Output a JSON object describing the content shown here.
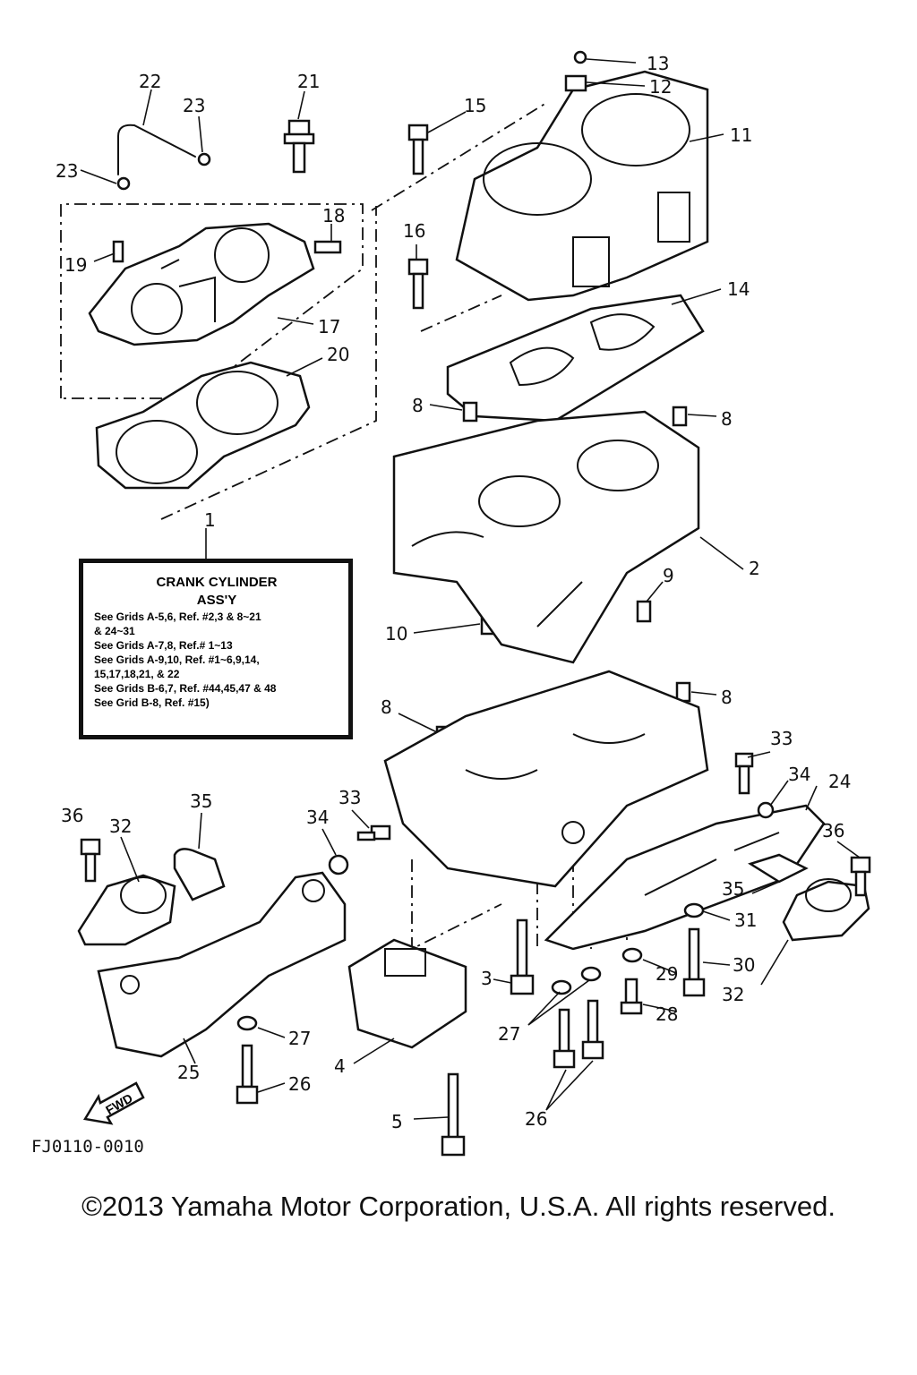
{
  "callouts": {
    "c1": "1",
    "c2": "2",
    "c3": "3",
    "c4": "4",
    "c5": "5",
    "c8": "8",
    "c9": "9",
    "c10": "10",
    "c11": "11",
    "c12": "12",
    "c13": "13",
    "c14": "14",
    "c15": "15",
    "c16": "16",
    "c17": "17",
    "c18": "18",
    "c19": "19",
    "c20": "20",
    "c21": "21",
    "c22": "22",
    "c23": "23",
    "c24": "24",
    "c25": "25",
    "c26": "26",
    "c27": "27",
    "c28": "28",
    "c29": "29",
    "c30": "30",
    "c31": "31",
    "c32": "32",
    "c33": "33",
    "c34": "34",
    "c35": "35",
    "c36": "36"
  },
  "info_box": {
    "title_line1": "CRANK CYLINDER",
    "title_line2": "ASS'Y",
    "lines": [
      "See Grids A-5,6, Ref. #2,3 & 8~21",
      "& 24~31",
      "See Grids A-7,8, Ref.# 1~13",
      "See Grids A-9,10, Ref. #1~6,9,14,",
      "15,17,18,21, & 22",
      "See Grids B-6,7, Ref. #44,45,47 & 48",
      "See Grid B-8, Ref. #15)"
    ]
  },
  "fwd_label": "FWD",
  "figure_code": "FJ0110-0010",
  "copyright": "©2013 Yamaha Motor Corporation, U.S.A. All rights reserved."
}
